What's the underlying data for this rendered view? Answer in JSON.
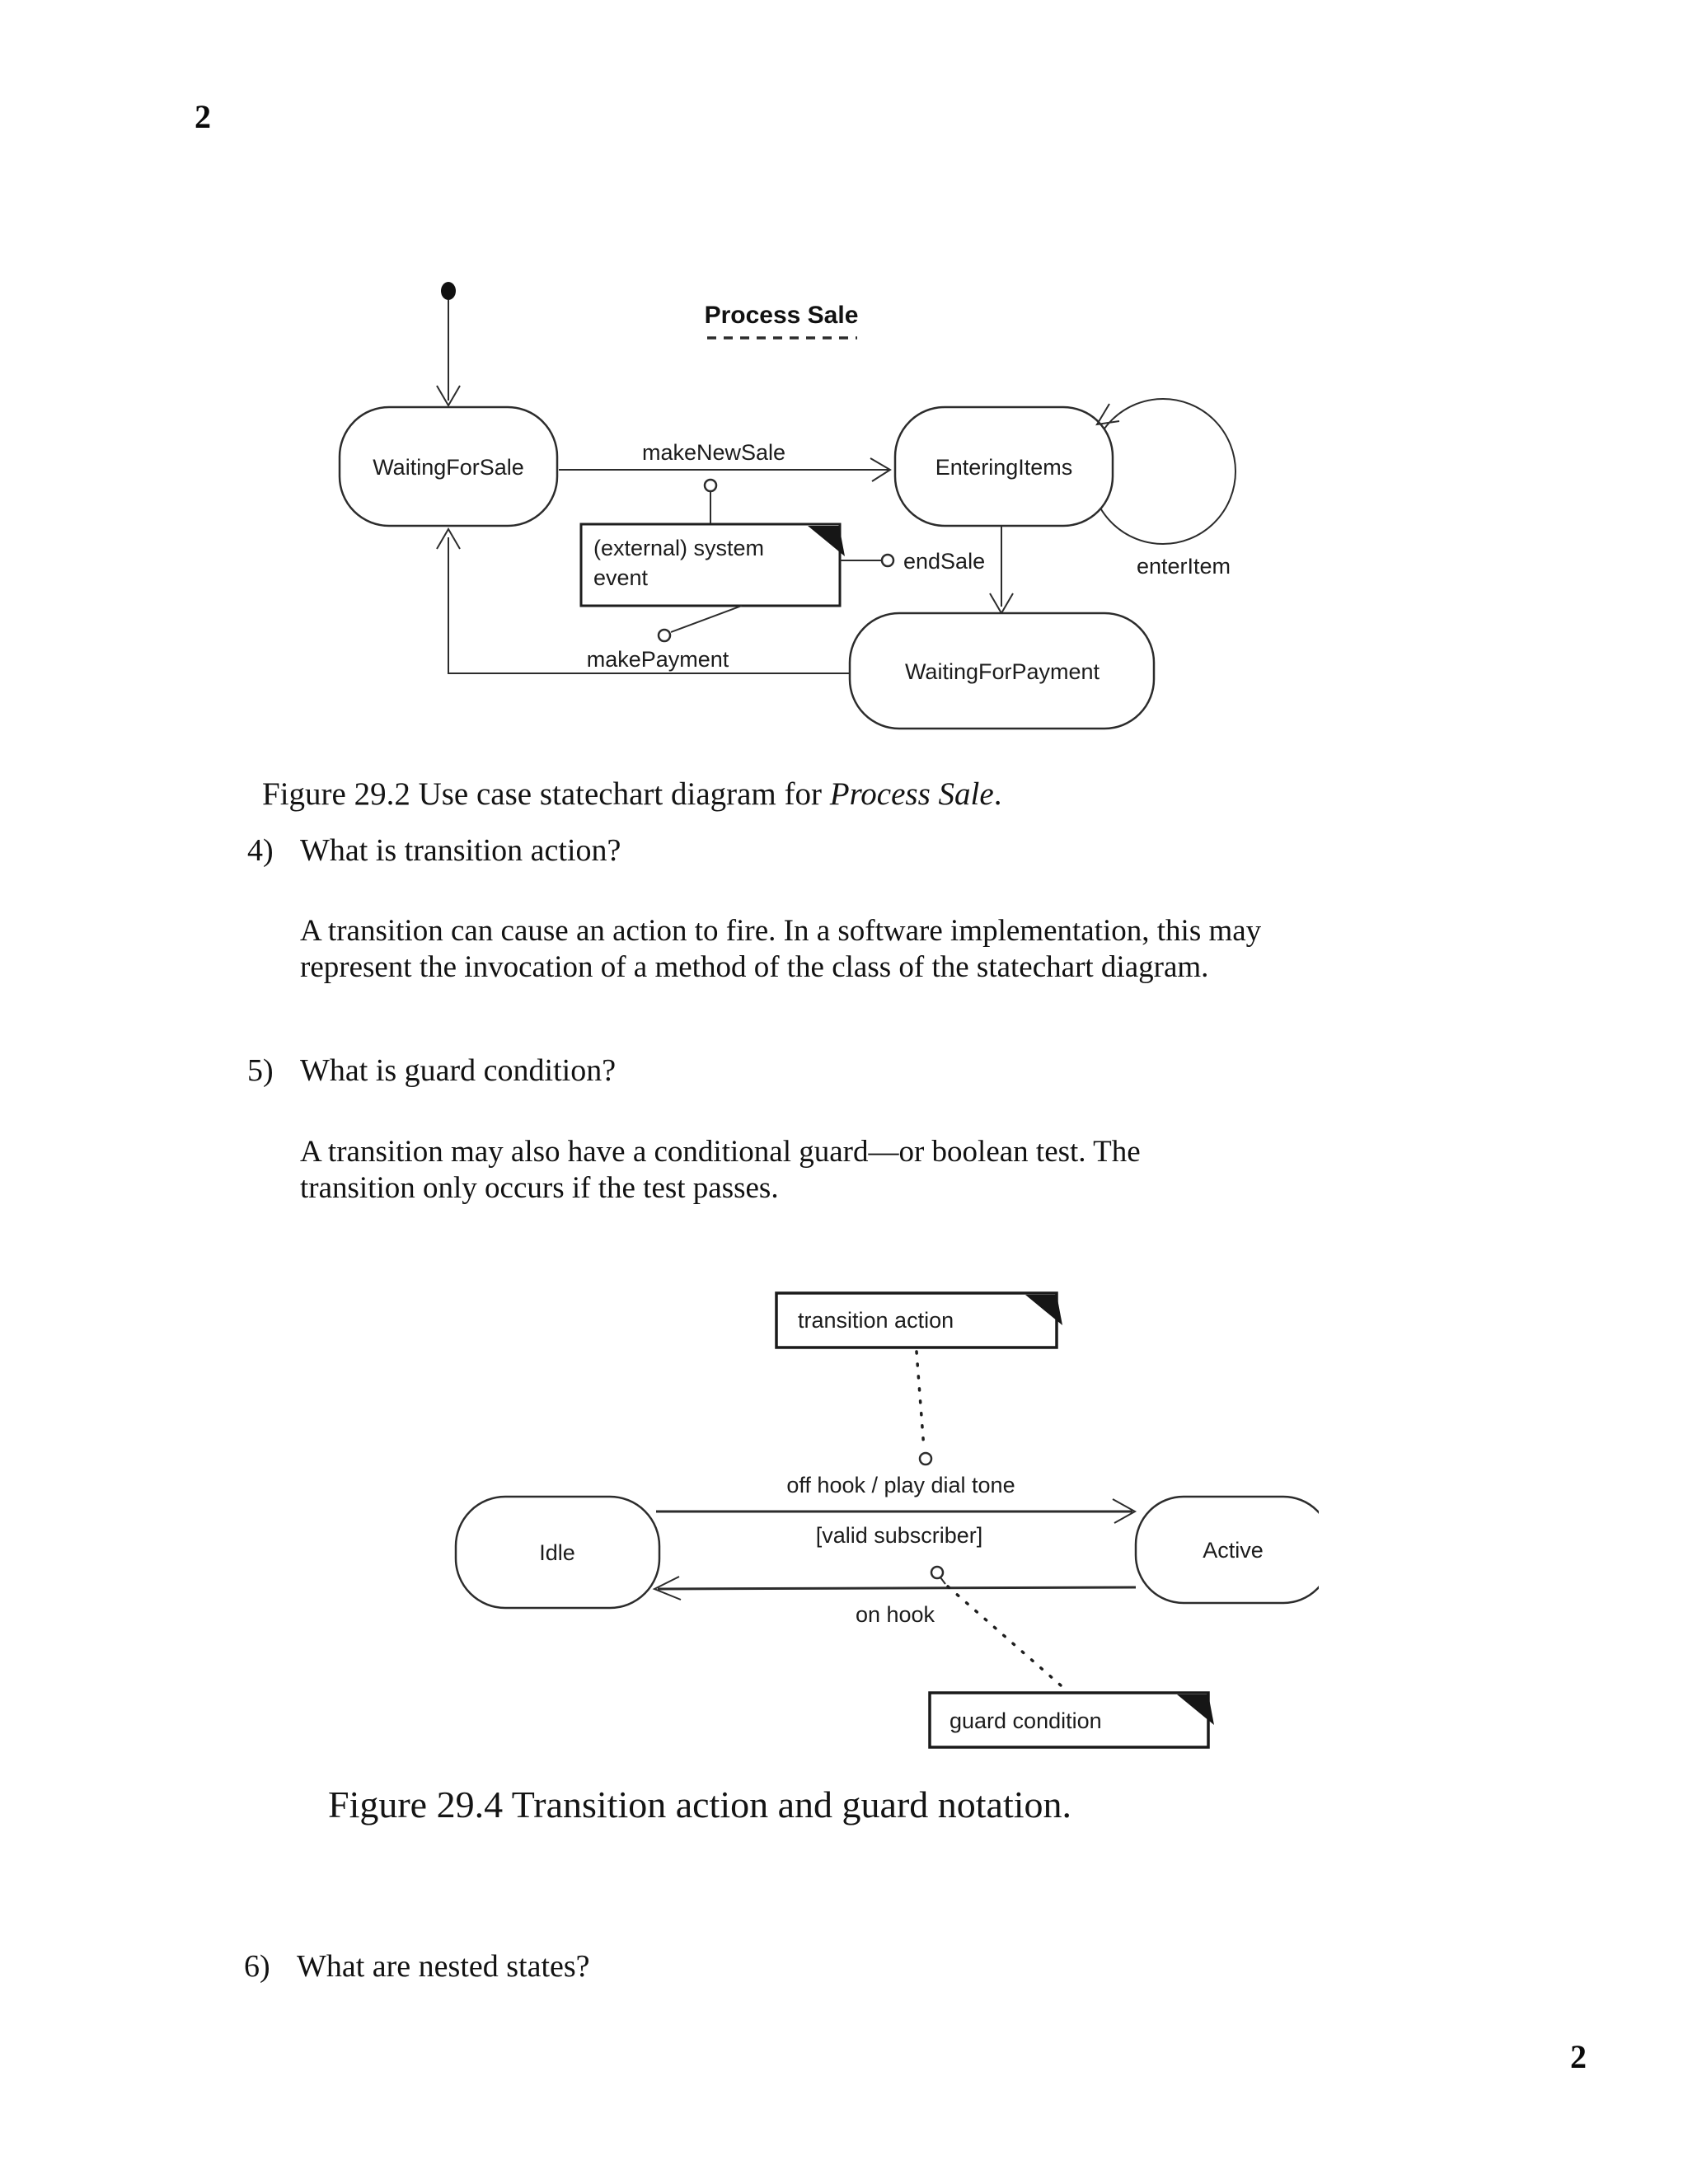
{
  "page": {
    "page_number_top": "2",
    "page_number_bottom": "2"
  },
  "figure1": {
    "title": "Process Sale",
    "states": {
      "waiting_for_sale": "WaitingForSale",
      "entering_items": "EnteringItems",
      "waiting_for_payment": "WaitingForPayment"
    },
    "transitions": {
      "make_new_sale": "makeNewSale",
      "end_sale": "endSale",
      "make_payment": "makePayment",
      "enter_item": "enterItem"
    },
    "note_line1": "(external) system",
    "note_line2": "event",
    "caption_prefix": "Figure 29.2 Use case statechart diagram for ",
    "caption_italic": "Process Sale",
    "caption_suffix": "."
  },
  "questions": {
    "q4": {
      "number": "4)",
      "text": "What is transition action?",
      "answer": "A transition can cause an action to fire. In a software implementation, this may\nrepresent the invocation of a method of the class of the statechart diagram."
    },
    "q5": {
      "number": "5)",
      "text": "What is guard condition?",
      "answer": "A transition may also have a conditional guard—or boolean test. The\ntransition only occurs if the test passes."
    },
    "q6": {
      "number": "6)",
      "text": "What are nested states?"
    }
  },
  "figure2": {
    "note_transition": "transition action",
    "note_guard": "guard condition",
    "states": {
      "idle": "Idle",
      "active": "Active"
    },
    "label_event_action": "off hook / play dial tone",
    "label_guard": "[valid subscriber]",
    "label_return": "on hook",
    "caption": "Figure 29.4 Transition action and guard notation."
  },
  "colors": {
    "ink": "#101010",
    "line": "#2c2c2c"
  }
}
